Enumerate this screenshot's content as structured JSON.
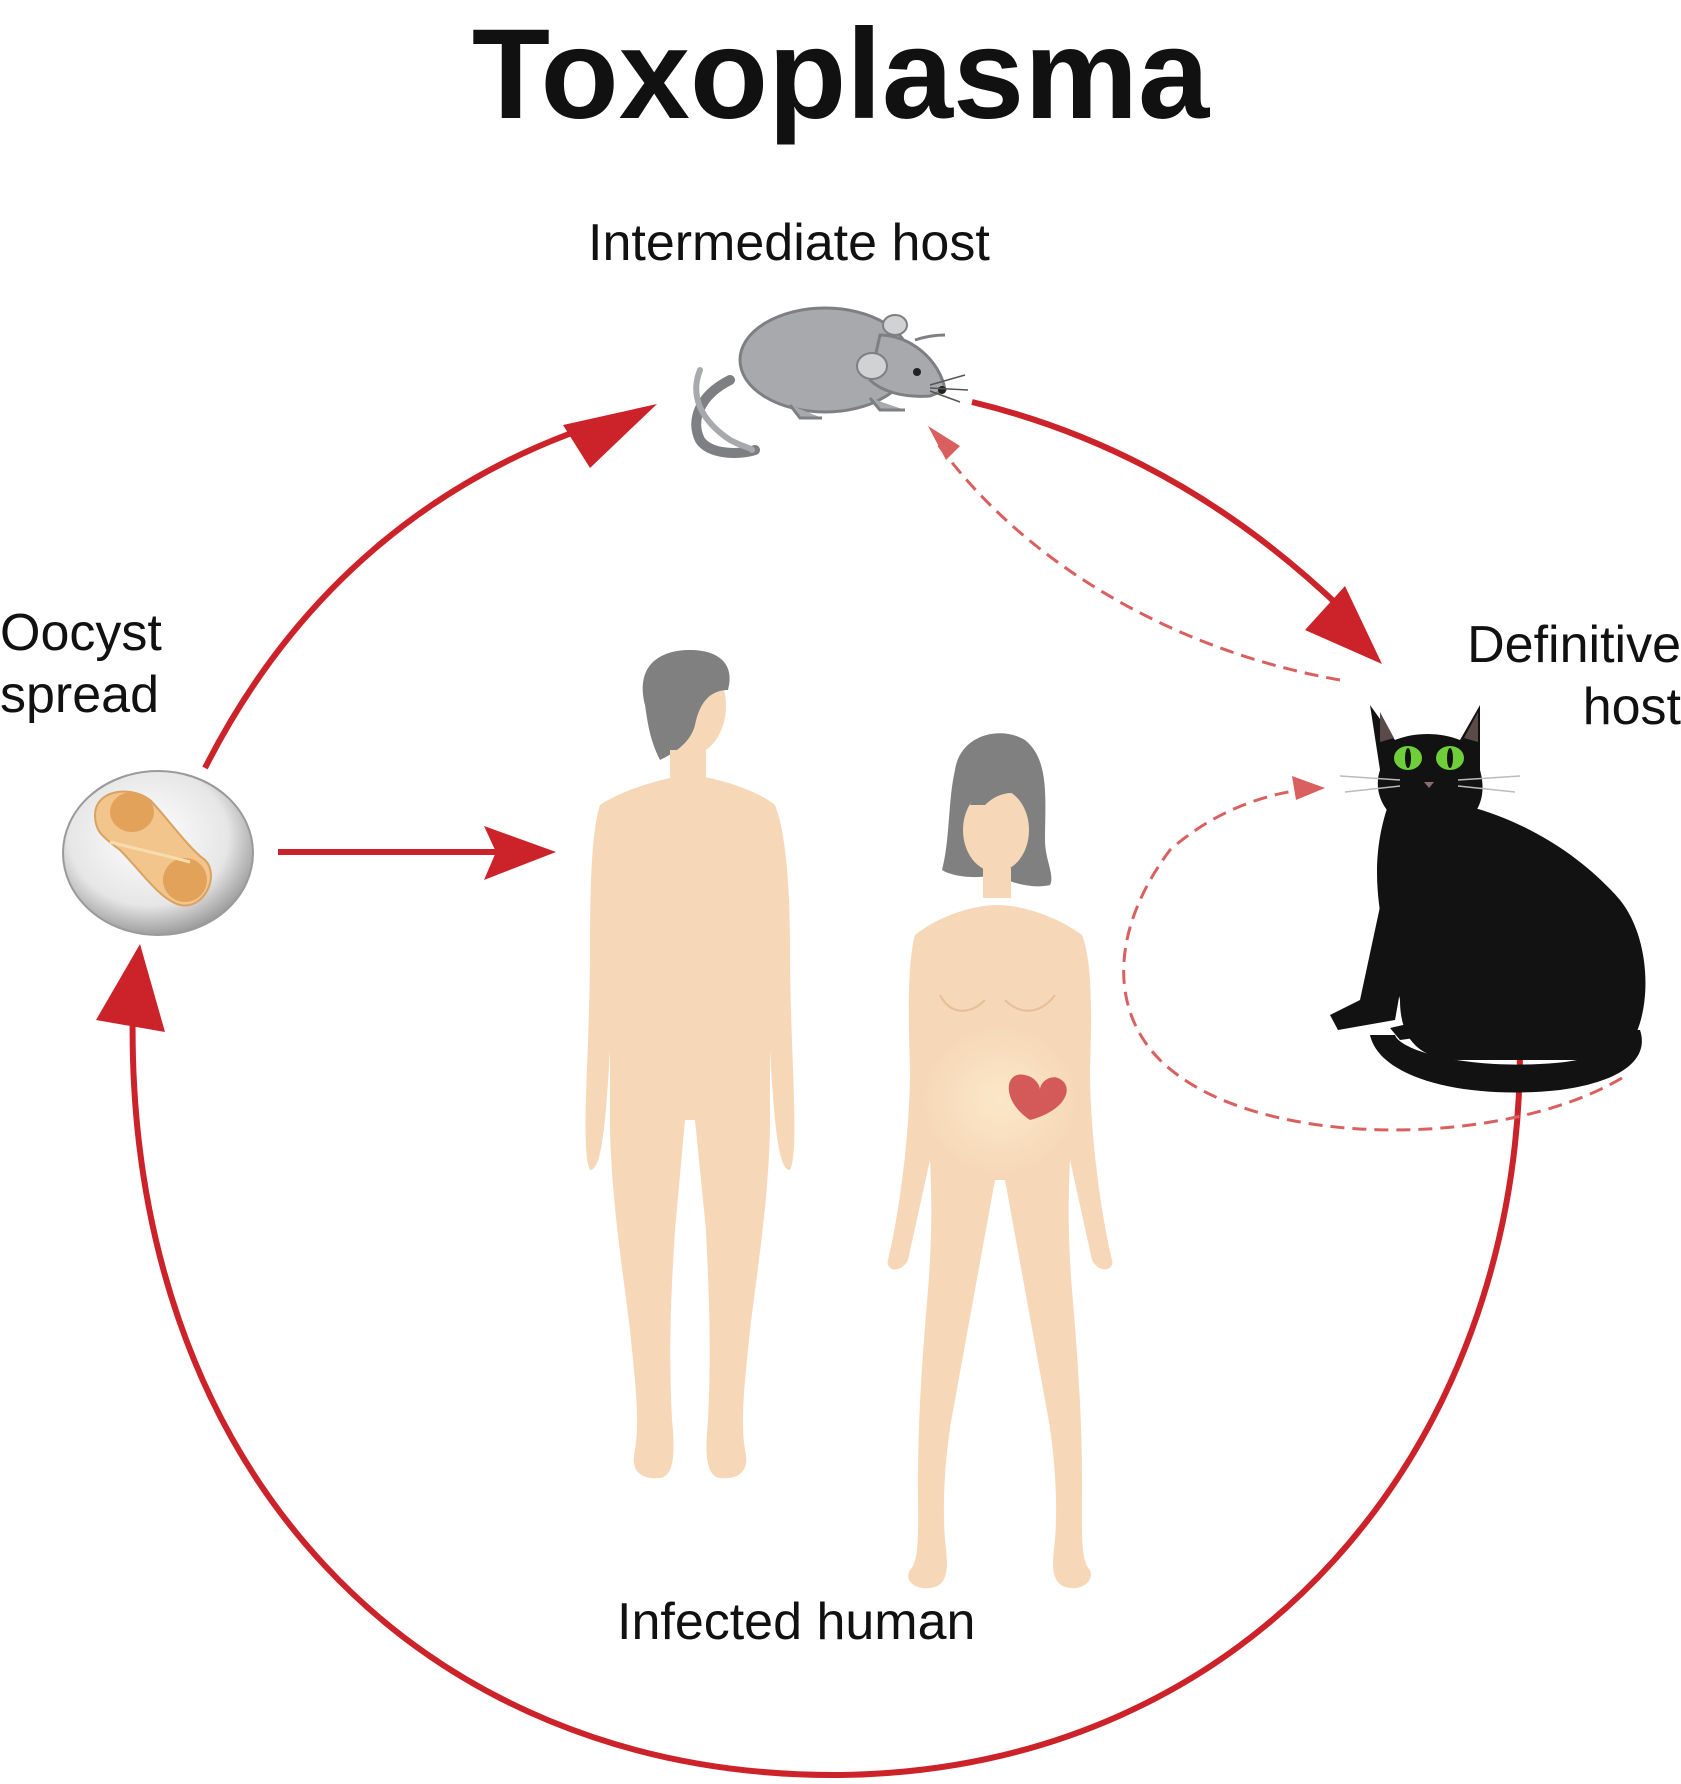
{
  "title": "Toxoplasma",
  "labels": {
    "intermediate_host": "Intermediate host",
    "definitive_host_line1": "Definitive",
    "definitive_host_line2": "host",
    "oocyst_line1": "Oocyst",
    "oocyst_line2": "spread",
    "infected_human": "Infected human"
  },
  "icons": [
    "mouse-icon",
    "cat-icon",
    "oocyst-icon",
    "man-figure-icon",
    "pregnant-woman-figure-icon",
    "fetus-heart-icon"
  ],
  "colors": {
    "arrow_red": "#cc2229",
    "dashed_arrow": "#d9605f",
    "skin": "#f6d8b8",
    "hair": "#808080",
    "mouse_grey": "#a7a9ac",
    "cat_black": "#121212",
    "cat_eyes": "#6fcf3a"
  }
}
